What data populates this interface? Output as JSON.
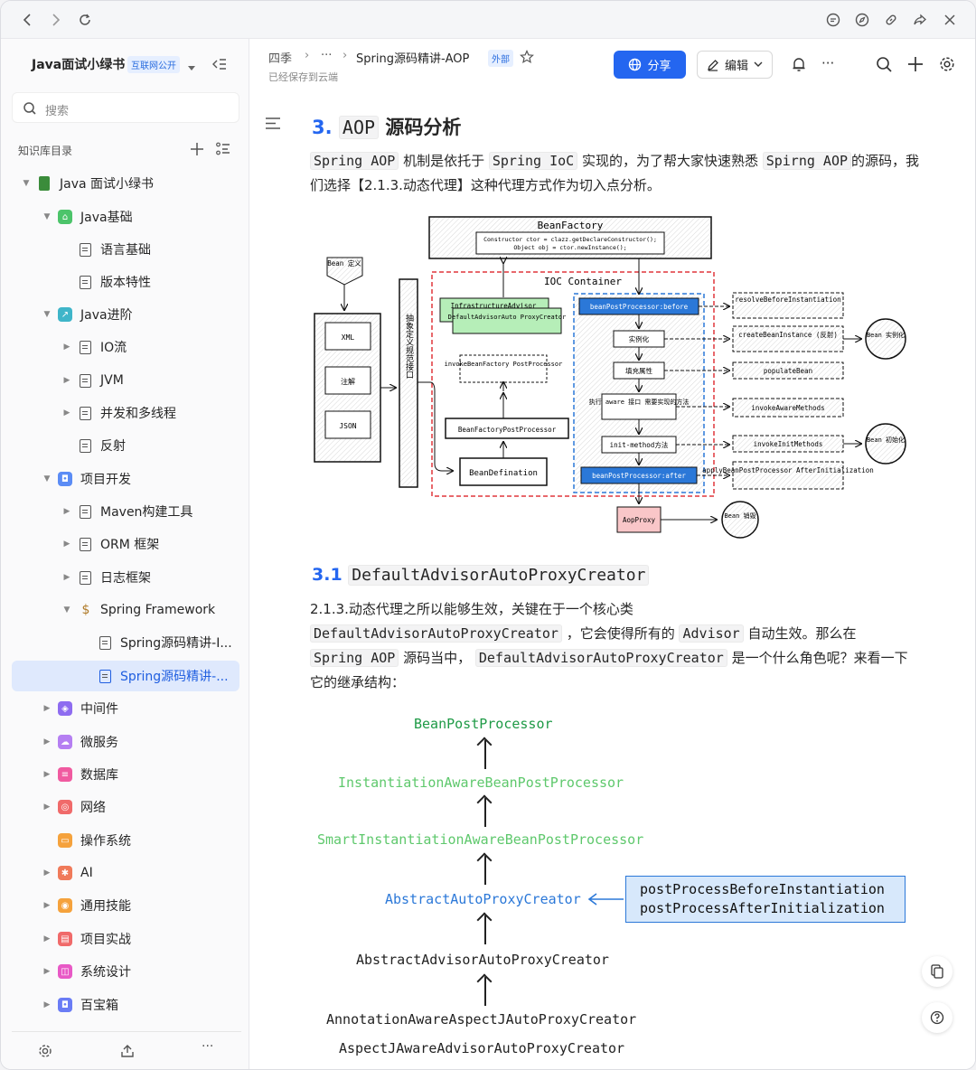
{
  "window": {
    "back": "‹",
    "forward": "›",
    "reload": "↻"
  },
  "sidebar": {
    "title": "Java面试小绿书",
    "badge": "互联网公开",
    "search_placeholder": "搜索",
    "section": "知识库目录",
    "items": [
      {
        "label": "Java 面试小绿书"
      },
      {
        "label": "Java基础"
      },
      {
        "label": "语言基础"
      },
      {
        "label": "版本特性"
      },
      {
        "label": "Java进阶"
      },
      {
        "label": "IO流"
      },
      {
        "label": "JVM"
      },
      {
        "label": "并发和多线程"
      },
      {
        "label": "反射"
      },
      {
        "label": "项目开发"
      },
      {
        "label": "Maven构建工具"
      },
      {
        "label": "ORM 框架"
      },
      {
        "label": "日志框架"
      },
      {
        "label": "Spring Framework"
      },
      {
        "label": "Spring源码精讲-I..."
      },
      {
        "label": "Spring源码精讲-..."
      },
      {
        "label": "中间件"
      },
      {
        "label": "微服务"
      },
      {
        "label": "数据库"
      },
      {
        "label": "网络"
      },
      {
        "label": "操作系统"
      },
      {
        "label": "AI"
      },
      {
        "label": "通用技能"
      },
      {
        "label": "项目实战"
      },
      {
        "label": "系统设计"
      },
      {
        "label": "百宝箱"
      }
    ]
  },
  "header": {
    "crumb1": "四季",
    "crumb2": "···",
    "crumb3": "Spring源码精讲-AOP",
    "external": "外部",
    "saved": "已经保存到云端",
    "share": "分享",
    "edit": "编辑"
  },
  "doc": {
    "h3_num": "3.",
    "h3_code": "AOP",
    "h3_text": "源码分析",
    "p1": {
      "c1": "Spring AOP",
      "t1": " 机制是依托于 ",
      "c2": "Spring IoC",
      "t2": " 实现的，为了帮大家快速熟悉 ",
      "c3": "Spirng AOP",
      "t3": "的源码，我们选择【2.1.3.动态代理】这种代理方式作为切入点分析。"
    },
    "h31_num": "3.1",
    "h31_code": "DefaultAdvisorAutoProxyCreator",
    "p2": {
      "t1": "2.1.3.动态代理之所以能够生效，关键在于一个核心类",
      "c1": "DefaultAdvisorAutoProxyCreator",
      "t2": " ，它会使得所有的 ",
      "c2": "Advisor",
      "t3": " 自动生效。那么在",
      "c3": "Spring AOP",
      "t4": " 源码当中， ",
      "c4": "DefaultAdvisorAutoProxyCreator",
      "t5": " 是一个什么角色呢？来看一下它的继承结构："
    },
    "diagram": {
      "beanfactory": "BeanFactory",
      "bf_code1": "Constructor ctor = clazz.getDeclareConstructor();",
      "bf_code2": "Object obj = ctor.newInstance();",
      "ioc": "IOC Container",
      "bean_def": "Bean 定义",
      "xml": "XML",
      "annotation": "注解",
      "json": "JSON",
      "abstract_iface": "抽象定义规范接口",
      "infra": "InfrastructureAdvisor",
      "dfaapc": "DefaultAdvisorAuto ProxyCreator",
      "ibfpp": "invokeBeanFactory PostProcessor",
      "bfpp": "BeanFactoryPostProcessor",
      "beandef": "BeanDefination",
      "bpp_before": "beanPostProcessor:before",
      "instantiate": "实例化",
      "populate": "填充属性",
      "aware": "执行 aware 接口 需要实现的方法",
      "init_method": "init-method方法",
      "bpp_after": "beanPostProcessor:after",
      "r1": "resolveBeforeInstantiation",
      "r2": "createBeanInstance (反射)",
      "r3": "populateBean",
      "r4": "invokeAwareMethods",
      "r5": "invokeInitMethods",
      "r6": "applyBeanPostProcessor AfterInitialization",
      "c1": "Bean 实例化",
      "c2": "Bean 初始化",
      "aop": "AopProxy",
      "destroy": "Bean 销毁"
    },
    "inheritance": [
      {
        "name": "BeanPostProcessor",
        "color": "#1e9a46"
      },
      {
        "name": "InstantiationAwareBeanPostProcessor",
        "color": "#5ec86c"
      },
      {
        "name": "SmartInstantiationAwareBeanPostProcessor",
        "color": "#5ec86c"
      },
      {
        "name": "AbstractAutoProxyCreator",
        "color": "#2b78d8"
      },
      {
        "name": "AbstractAdvisorAutoProxyCreator",
        "color": "#222222"
      },
      {
        "name": "AnnotationAwareAspectJAutoProxyCreator",
        "color": "#222222"
      },
      {
        "name": "AspectJAwareAdvisorAutoProxyCreator",
        "color": "#222222"
      }
    ],
    "methods": [
      "postProcessBeforeInstantiation",
      "postProcessAfterInitialization"
    ]
  }
}
